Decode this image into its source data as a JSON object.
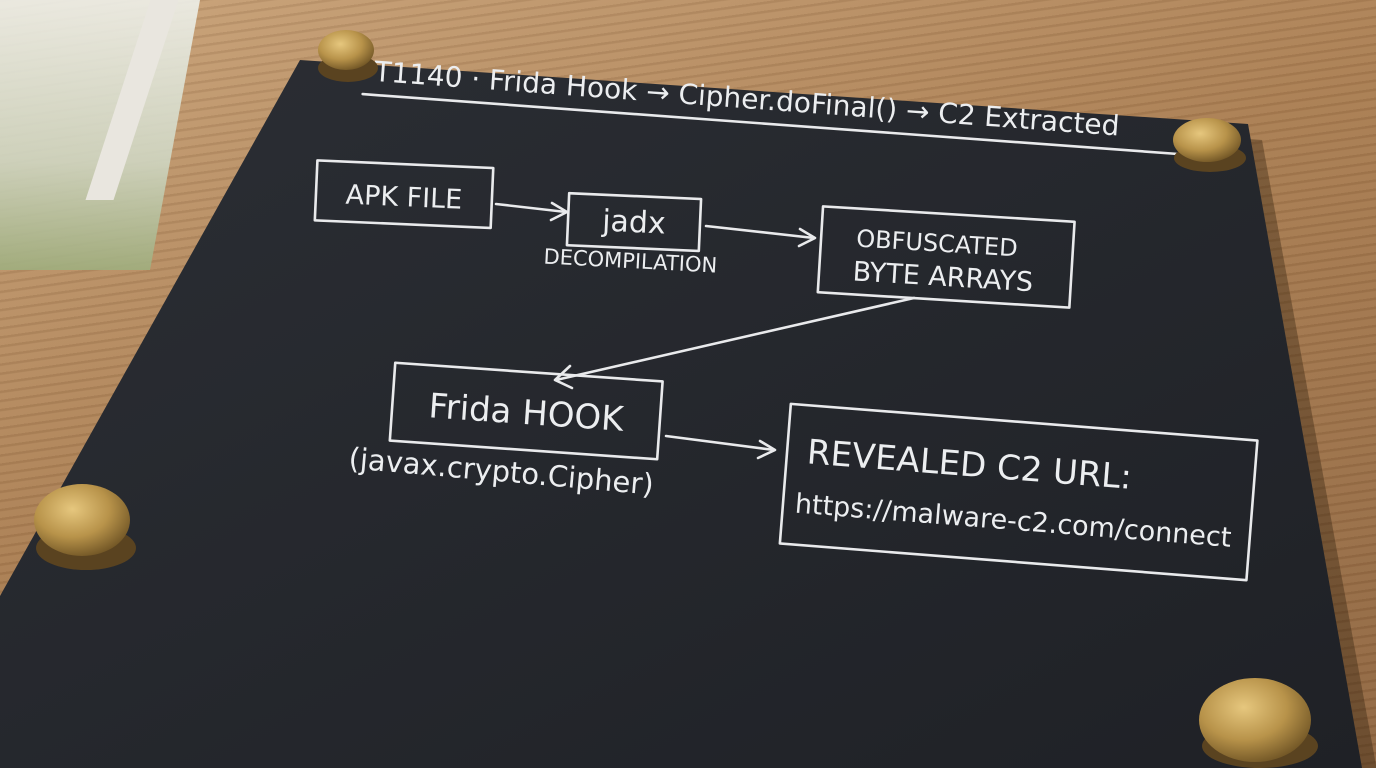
{
  "diagram": {
    "title": "T1140 · Frida Hook → Cipher.doFinal() → C2 Extracted",
    "nodes": {
      "apk": "APK FILE",
      "jadx": "jadx",
      "jadx_caption": "DECOMPILATION",
      "obfuscated_line1": "OBFUSCATED",
      "obfuscated_line2": "BYTE ARRAYS",
      "frida": "Frida HOOK",
      "frida_caption": "(javax.crypto.Cipher)",
      "revealed_line1": "REVEALED C2 URL:",
      "revealed_url": "https://malware-c2.com/connect"
    }
  },
  "colors": {
    "board": "#24262b",
    "chalk": "#e9eaec",
    "brass": "#b8934a"
  }
}
